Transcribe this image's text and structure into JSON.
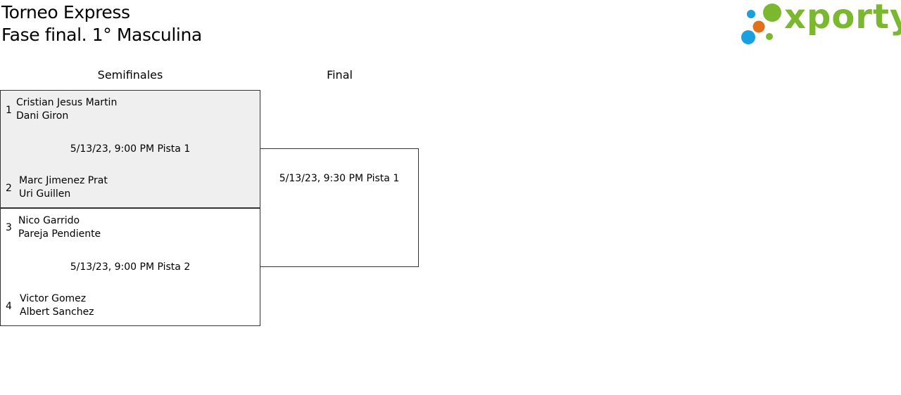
{
  "header": {
    "title": "Torneo Express",
    "subtitle": "Fase final. 1° Masculina"
  },
  "logo": {
    "text": "xporty",
    "colors": {
      "green": "#7cb82f",
      "orange": "#e0701a",
      "blue": "#1a9fe0"
    }
  },
  "rounds": {
    "semifinals": "Semifinales",
    "final": "Final"
  },
  "matches": [
    {
      "schedule": "5/13/23, 9:00 PM Pista 1",
      "top": {
        "seed": "1",
        "player1": "Cristian Jesus Martin",
        "player2": "Dani Giron"
      },
      "bottom": {
        "seed": "2",
        "player1": "Marc Jimenez Prat",
        "player2": "Uri Guillen"
      }
    },
    {
      "schedule": "5/13/23, 9:00 PM Pista 2",
      "top": {
        "seed": "3",
        "player1": "Nico Garrido",
        "player2": "Pareja Pendiente"
      },
      "bottom": {
        "seed": "4",
        "player1": "Victor Gomez",
        "player2": "Albert Sanchez"
      }
    }
  ],
  "final_match": {
    "schedule": "5/13/23, 9:30 PM Pista 1"
  }
}
